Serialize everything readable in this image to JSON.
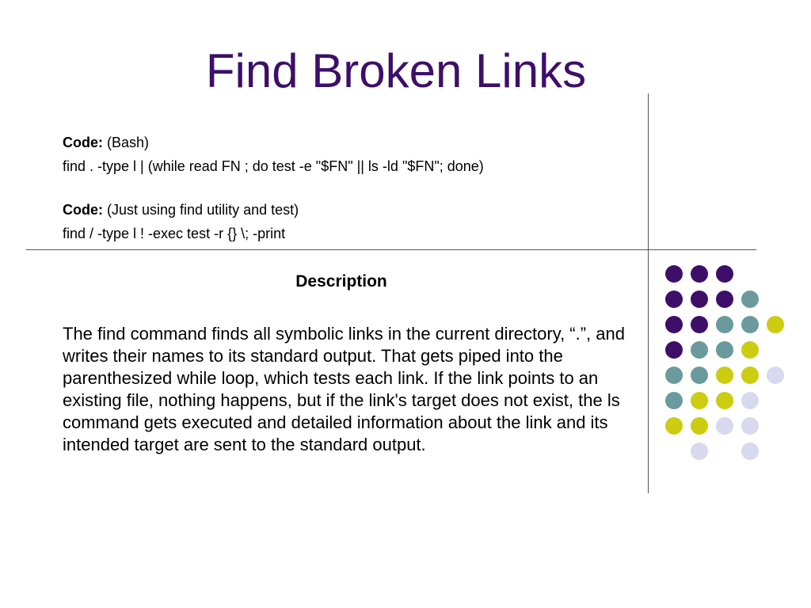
{
  "slide": {
    "title": "Find Broken Links",
    "code_blocks": [
      {
        "label": "Code:",
        "note": " (Bash)",
        "command": "find . -type l | (while read FN ; do test -e \"$FN\" || ls -ld \"$FN\"; done)"
      },
      {
        "label": "Code:",
        "note": " (Just using find utility and test)",
        "command": "find / -type l ! -exec test -r {} \\; -print"
      }
    ],
    "description": {
      "heading": "Description",
      "body": "The find command finds all symbolic links in the current directory, “.”, and writes their names to its standard output. That gets piped into the parenthesized while loop, which tests each link. If the link points to an existing file, nothing happens, but if the link's target does not exist, the ls command gets executed and detailed information about the link and its intended target are sent to the standard output."
    }
  },
  "decoration": {
    "colors": {
      "purple": "#3d0f68",
      "teal": "#6a9a9c",
      "yellow": "#cccc10",
      "lavender": "#d8d8ee"
    },
    "dot_grid": [
      [
        "purple",
        "purple",
        "purple",
        null,
        null
      ],
      [
        "purple",
        "purple",
        "purple",
        "teal",
        null
      ],
      [
        "purple",
        "purple",
        "teal",
        "teal",
        "yellow"
      ],
      [
        "purple",
        "teal",
        "teal",
        "yellow",
        null
      ],
      [
        "teal",
        "teal",
        "yellow",
        "yellow",
        "lavender"
      ],
      [
        "teal",
        "yellow",
        "yellow",
        "lavender",
        null
      ],
      [
        "yellow",
        "yellow",
        "lavender",
        "lavender",
        null
      ],
      [
        null,
        "lavender",
        null,
        "lavender",
        null
      ]
    ]
  }
}
